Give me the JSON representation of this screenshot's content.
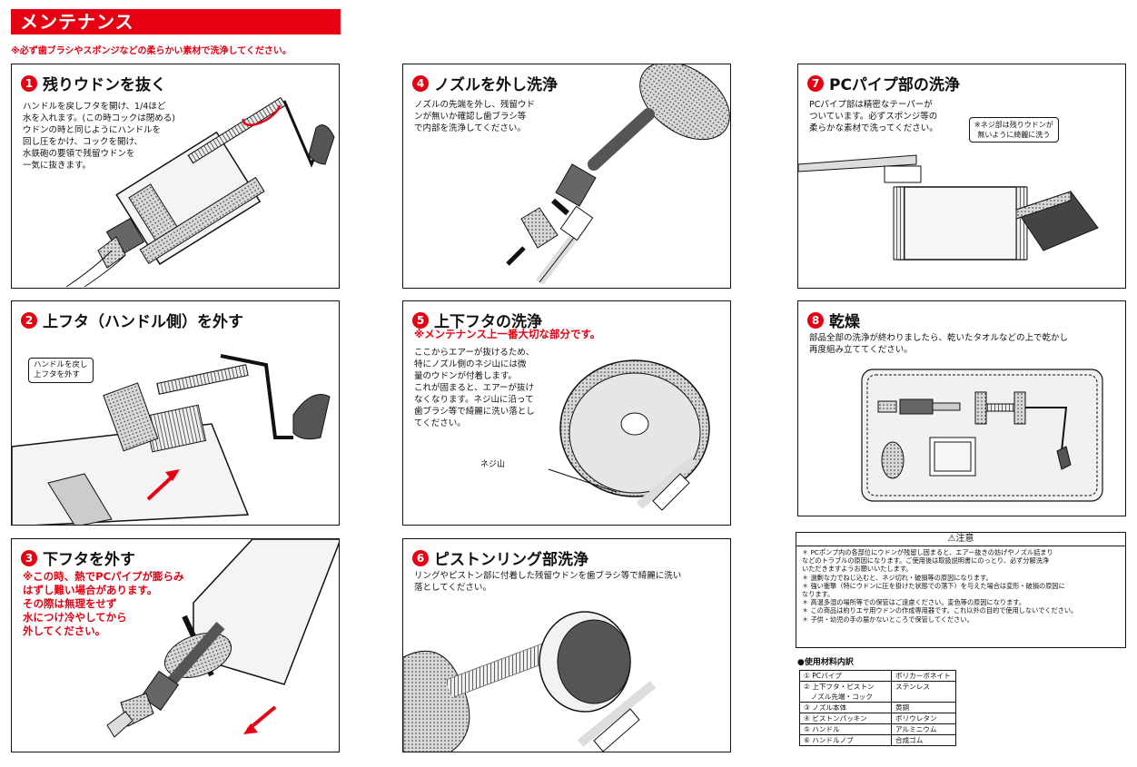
{
  "header": {
    "title": "メンテナンス",
    "subtitle": "※必ず歯ブラシやスポンジなどの柔らかい素材で洗浄してください。"
  },
  "panels": [
    {
      "num": "1",
      "title": "残りウドンを抜く",
      "text": "ハンドルを戻しフタを開け、1/4ほど\n水を入れます。(この時コックは閉める)\nウドンの時と同じようにハンドルを\n回し圧をかけ、コックを開け、\n水鉄砲の要領で残留ウドンを\n一気に抜きます。"
    },
    {
      "num": "2",
      "title": "上フタ（ハンドル側）を外す",
      "callout": "ハンドルを戻し\n上フタを外す"
    },
    {
      "num": "3",
      "title": "下フタを外す",
      "text": "※この時、熱でPCパイプが膨らみ\n  はずし難い場合があります。\n  その際は無理をせず\n  水につけ冷やしてから\n  外してください。"
    },
    {
      "num": "4",
      "title": "ノズルを外し洗浄",
      "text": "ノズルの先端を外し、残留ウド\nンが無いか確認し歯ブラシ等\nで内部を洗浄してください。"
    },
    {
      "num": "5",
      "title": "上下フタの洗浄",
      "subtitle": "※メンテナンス上一番大切な部分です。",
      "text": "ここからエアーが抜けるため、\n特にノズル側のネジ山には微\n量のウドンが付着します。\nこれが固まると、エアーが抜け\nなくなります。ネジ山に沿って\n歯ブラシ等で綺麗に洗い落とし\nてください。",
      "label": "ネジ山"
    },
    {
      "num": "6",
      "title": "ピストンリング部洗浄",
      "text": "リングやピストン部に付着した残留ウドンを歯ブラシ等で綺麗に洗い\n落としてください。"
    },
    {
      "num": "7",
      "title": "PCパイプ部の洗浄",
      "text": "PCパイプ部は精密なテーパーが\nついています。必ずスポンジ等の\n柔らかな素材で洗ってください。",
      "callout": "※ネジ部は残りウドンが\n無いように綺麗に洗う"
    },
    {
      "num": "8",
      "title": "乾燥",
      "text": "部品全部の洗浄が終わりましたら、乾いたタオルなどの上で乾かし\n再度組み立ててください。"
    }
  ],
  "warning": {
    "title": "⚠注意",
    "lines": [
      "＊ PCポンプ内の各部位にウドンが残留し固まると、エアー抜きの妨げやノズル詰まり",
      "  などのトラブルの原因になります。ご使用後は取扱説明書にのっとり、必ず分解洗浄",
      "  いただきますようお願いいたします。",
      "＊ 過剰な力でねじ込むと、ネジ切れ・破損等の原因になります。",
      "＊ 強い衝撃（特にウドンに圧を掛けた状態での落下）を与えた場合は変形・破損の原因に",
      "  なります。",
      "＊ 高温多湿の場所等での保管はご遠慮ください。変色等の原因になります。",
      "＊ この商品は約りエサ用ウドンの作成専用器です。これ以外の目的で使用しないでください。",
      "＊ 子供・幼児の手の届かないところで保管してください。"
    ]
  },
  "materials": {
    "title": "●使用材料内訳",
    "rows": [
      [
        "① PCパイプ",
        "ポリカーボネイト"
      ],
      [
        "② 上下フタ・ピストン\n　ノズル先端・コック",
        "ステンレス"
      ],
      [
        "③ ノズル本体",
        "黄銅"
      ],
      [
        "④ ピストンパッキン",
        "ポリウレタン"
      ],
      [
        "⑤ ハンドル",
        "アルミニウム"
      ],
      [
        "⑥ ハンドルノブ",
        "合成ゴム"
      ]
    ]
  },
  "colors": {
    "accent": "#e60012"
  }
}
